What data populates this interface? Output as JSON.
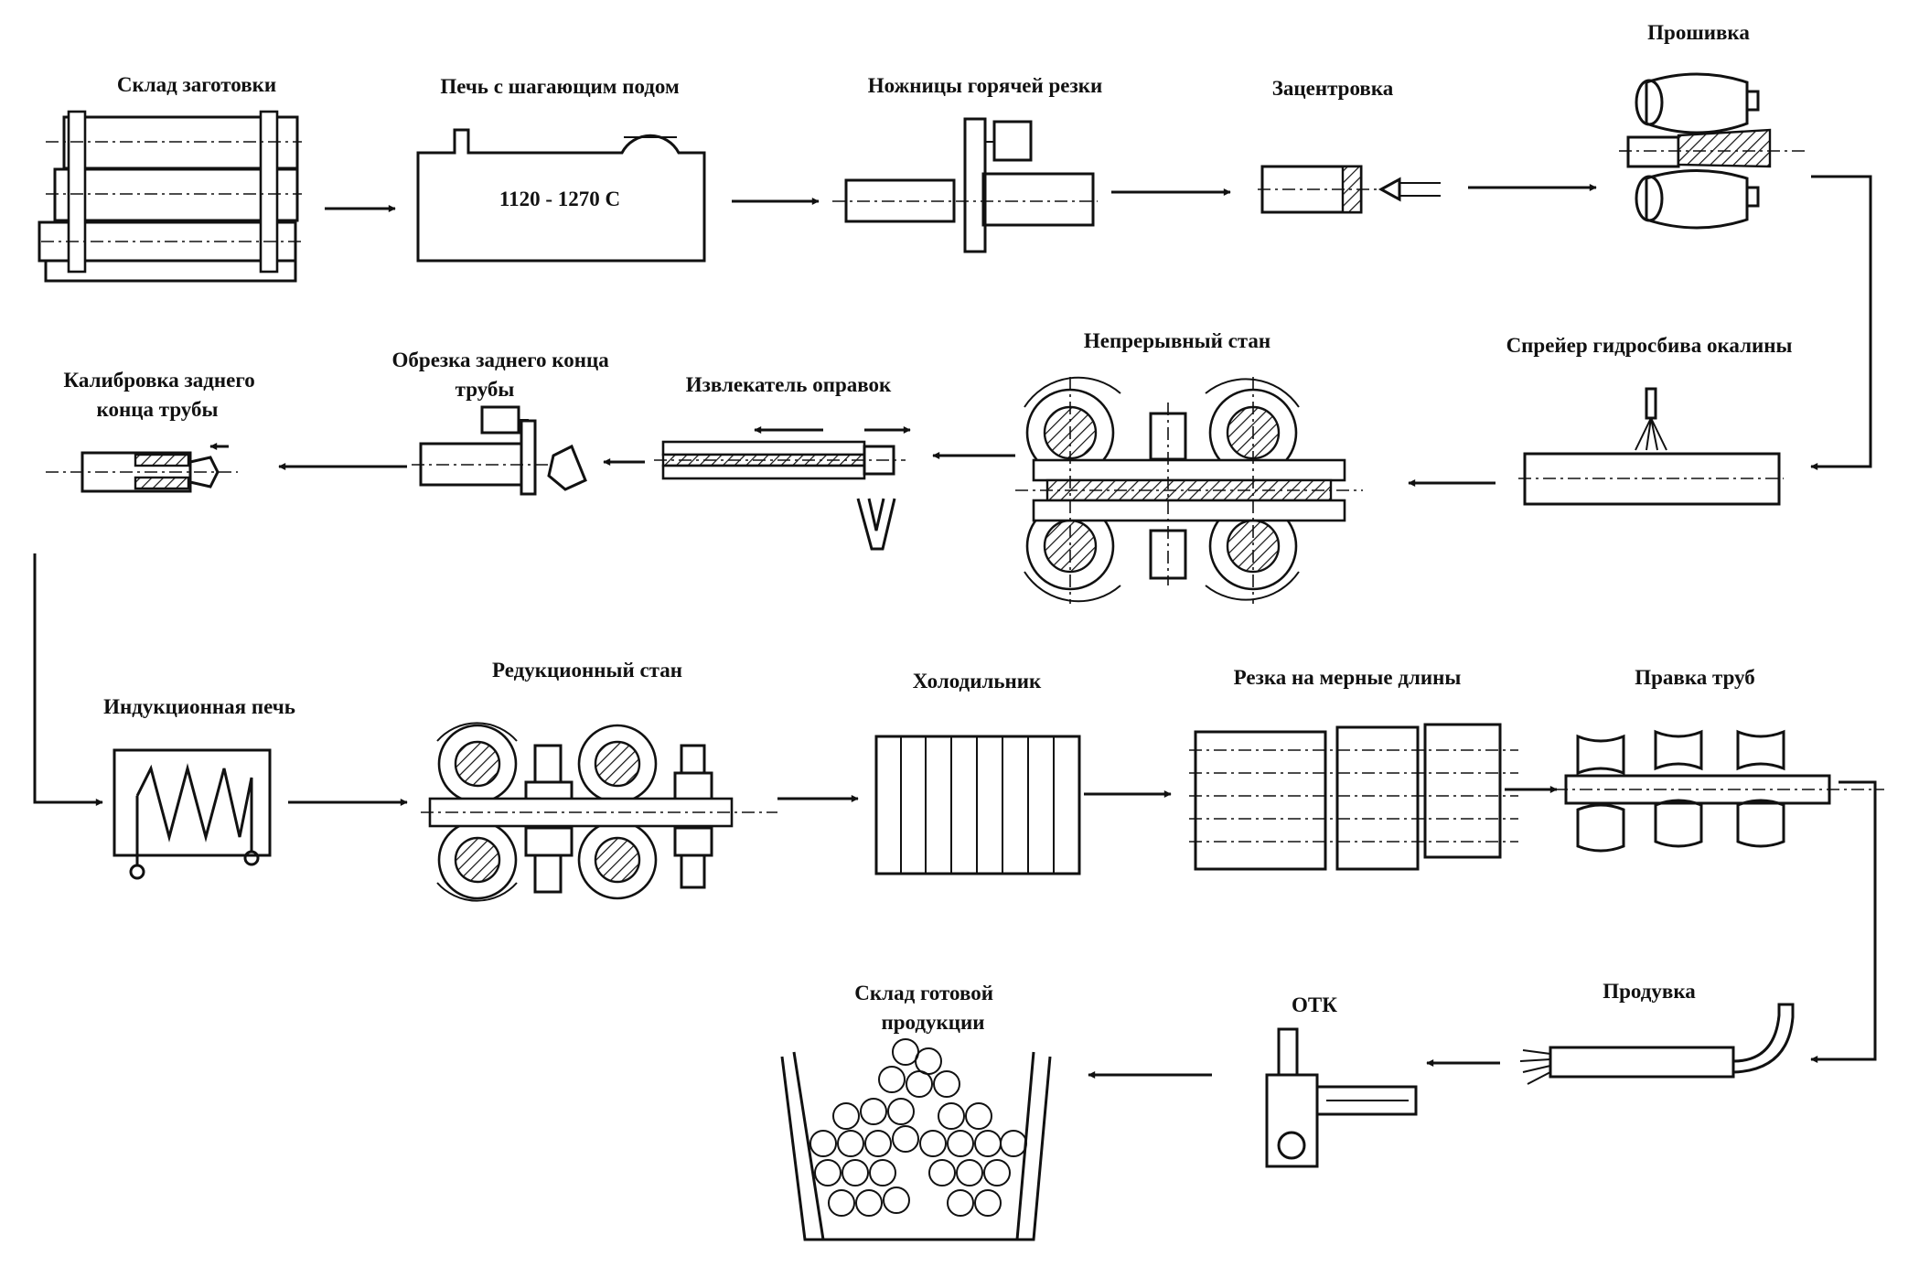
{
  "steps": [
    {
      "id": "billet-storage",
      "label": [
        "Склад заготовки"
      ]
    },
    {
      "id": "walking-beam-furnace",
      "label": [
        "Печь с шагающим подом"
      ],
      "note": "1120 - 1270 С"
    },
    {
      "id": "hot-shears",
      "label": [
        "Ножницы горячей резки"
      ]
    },
    {
      "id": "centering",
      "label": [
        "Зацентровка"
      ]
    },
    {
      "id": "piercing",
      "label": [
        "Прошивка"
      ]
    },
    {
      "id": "descaling-sprayer",
      "label": [
        "Спрейер гидросбива окалины"
      ]
    },
    {
      "id": "continuous-mill",
      "label": [
        "Непрерывный стан"
      ]
    },
    {
      "id": "mandrel-extractor",
      "label": [
        "Извлекатель оправок"
      ]
    },
    {
      "id": "rear-end-cutting",
      "label": [
        "Обрезка заднего конца",
        "трубы"
      ]
    },
    {
      "id": "rear-end-sizing",
      "label": [
        "Калибровка заднего",
        "конца трубы"
      ]
    },
    {
      "id": "induction-furnace",
      "label": [
        "Индукционная печь"
      ]
    },
    {
      "id": "reducing-mill",
      "label": [
        "Редукционный стан"
      ]
    },
    {
      "id": "cooling-bed",
      "label": [
        "Холодильник"
      ]
    },
    {
      "id": "cut-to-length",
      "label": [
        "Резка на мерные длины"
      ]
    },
    {
      "id": "straightening",
      "label": [
        "Правка труб"
      ]
    },
    {
      "id": "blowing",
      "label": [
        "Продувка"
      ]
    },
    {
      "id": "qc",
      "label": [
        "ОТК"
      ]
    },
    {
      "id": "finished-storage",
      "label": [
        "Склад готовой",
        "продукции"
      ]
    }
  ]
}
